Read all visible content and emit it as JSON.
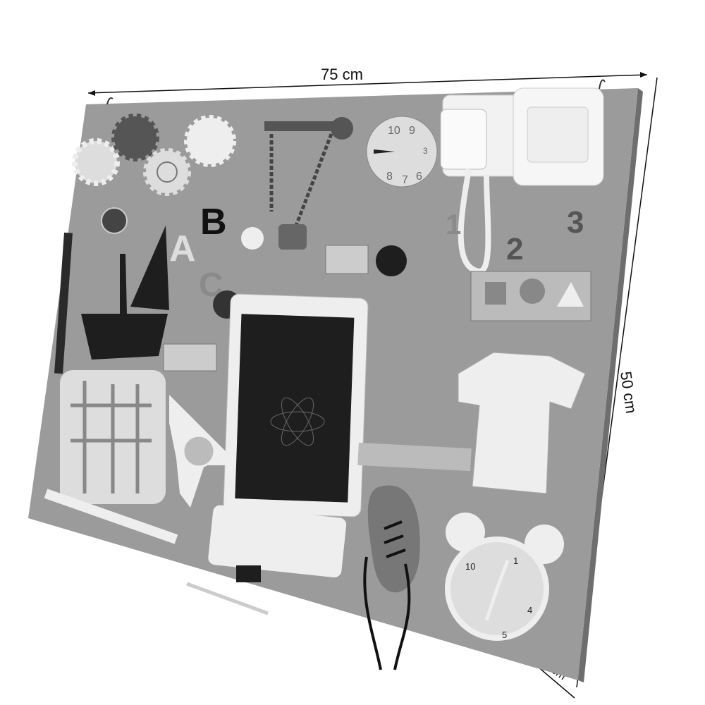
{
  "dimensions": {
    "width_label": "75 cm",
    "height_label": "50 cm",
    "depth_label": "1 cm"
  },
  "board": {
    "letters": [
      "A",
      "B",
      "C"
    ],
    "numbers": [
      "1",
      "2",
      "3"
    ],
    "dial_numbers": [
      "10",
      "9",
      "3",
      "6",
      "7",
      "8"
    ],
    "clock_numbers": [
      "10",
      "1",
      "4",
      "5"
    ],
    "colors": {
      "board": "#9b9b9b",
      "dark": "#1e1e1e",
      "light": "#e6e6e6",
      "mid": "#7a7a7a"
    }
  }
}
